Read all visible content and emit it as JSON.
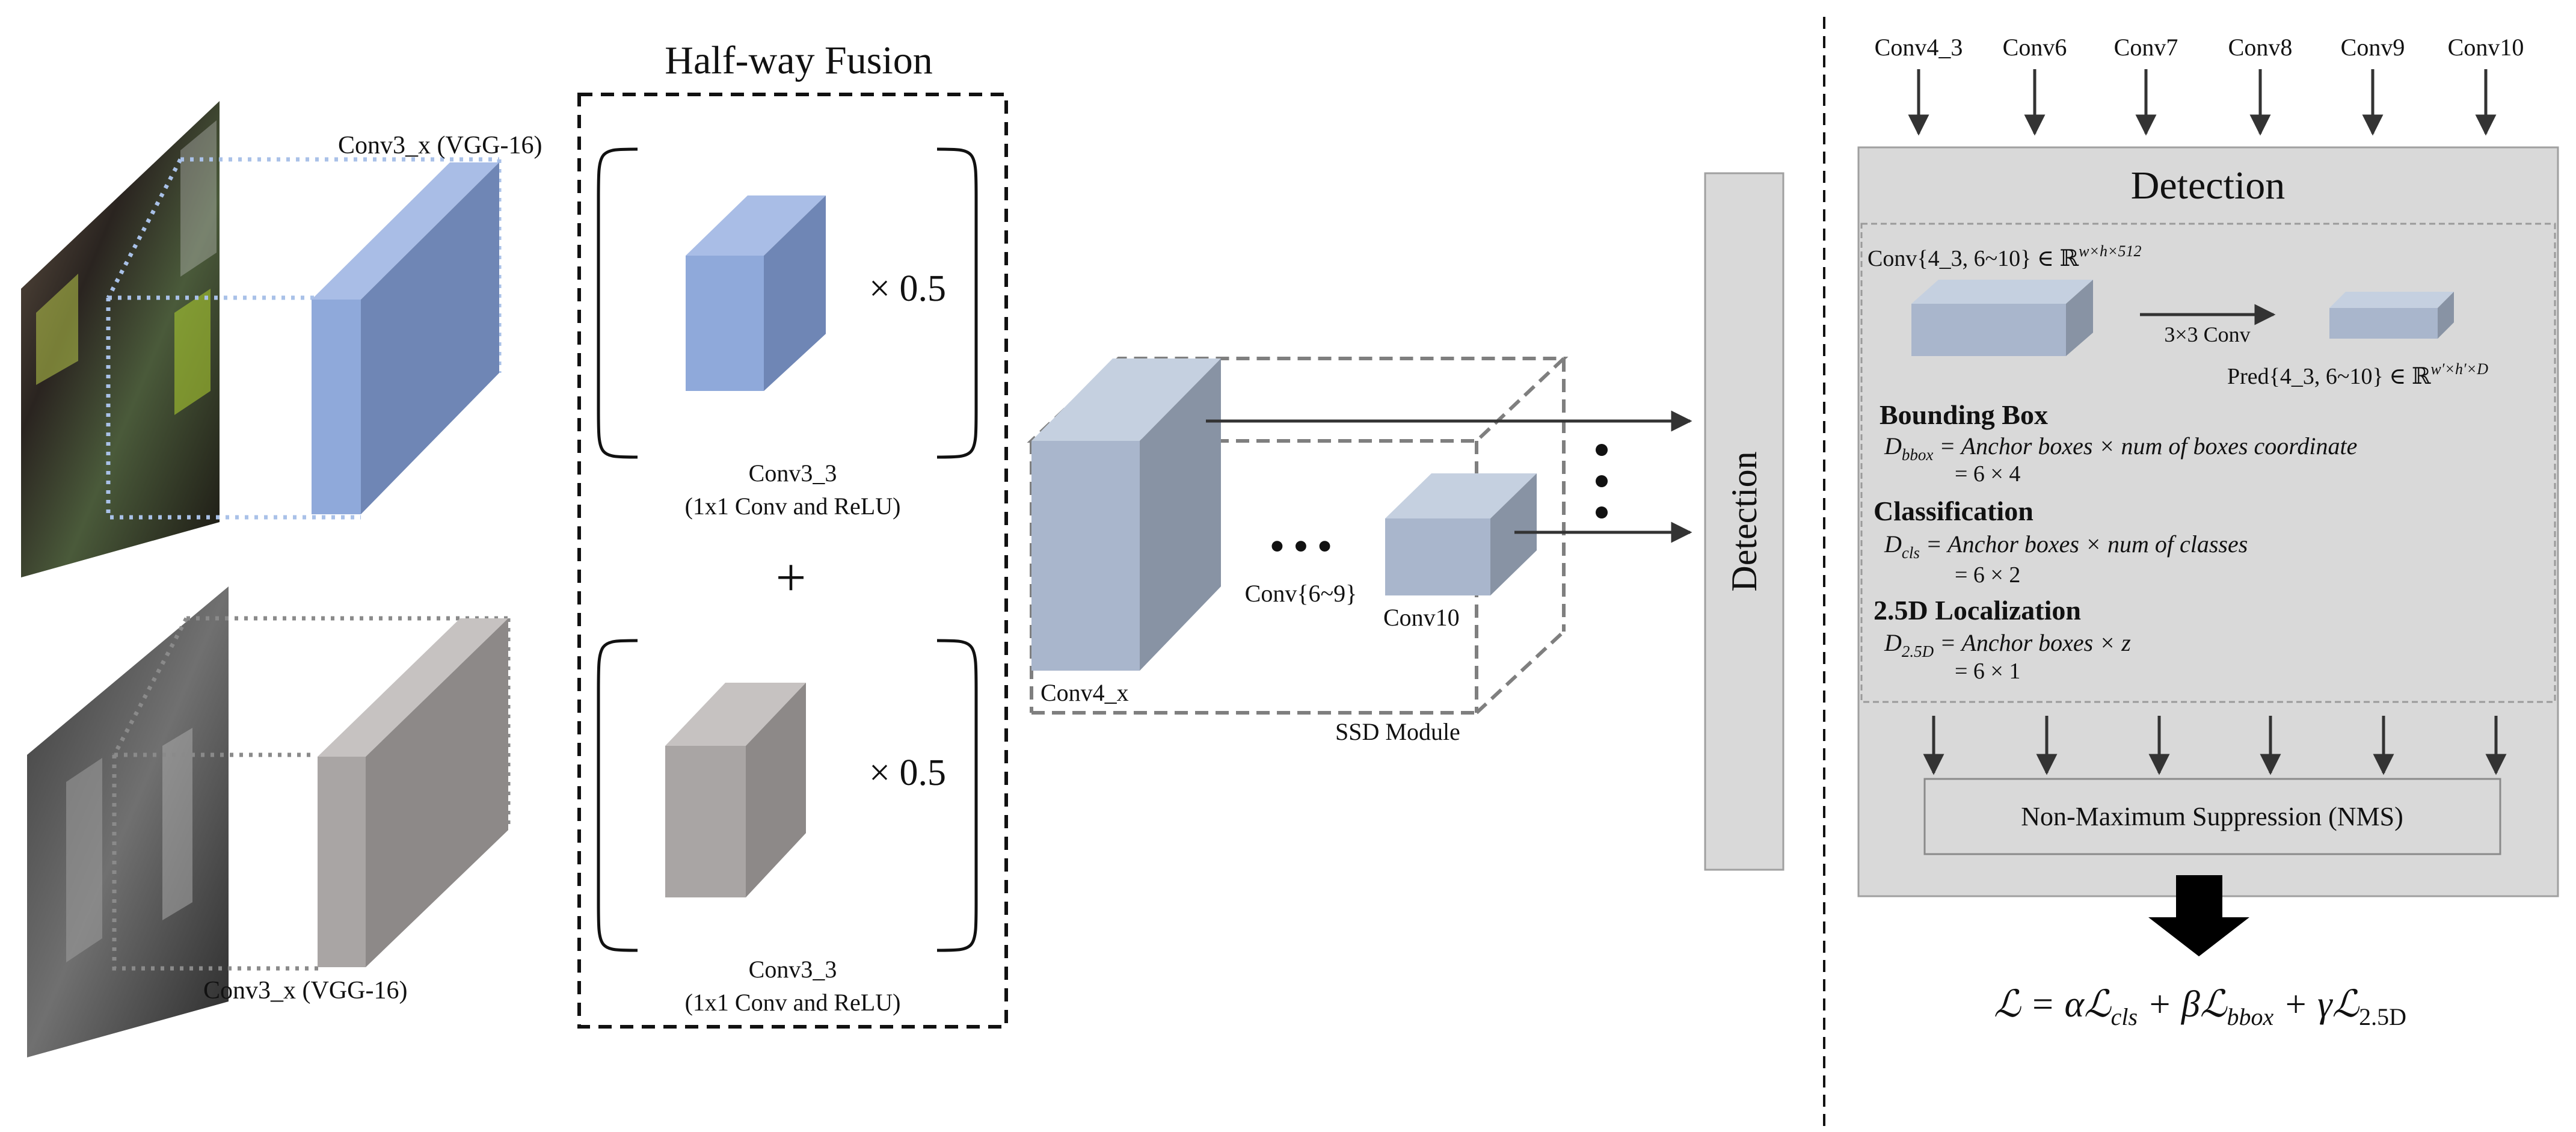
{
  "fusion": {
    "title": "Half-way Fusion",
    "rgb_branch_label": "Conv3_x (VGG-16)",
    "thermal_branch_label": "Conv3_x (VGG-16)",
    "weight_top": "× 0.5",
    "weight_bottom": "× 0.5",
    "plus": "+",
    "block_top_name": "Conv3_3",
    "block_top_desc": "(1x1 Conv and ReLU)",
    "block_bottom_name": "Conv3_3",
    "block_bottom_desc": "(1x1 Conv and ReLU)"
  },
  "ssd": {
    "conv4_label": "Conv4_x",
    "dots": "• • •",
    "conv6_9_label": "Conv{6~9}",
    "conv10_label": "Conv10",
    "module_label": "SSD Module",
    "vertical_dots": "⋮",
    "detection_bar_label": "Detection"
  },
  "detection_panel": {
    "inputs": [
      "Conv4_3",
      "Conv6",
      "Conv7",
      "Conv8",
      "Conv9",
      "Conv10"
    ],
    "title": "Detection",
    "feature_label": "Conv{4_3, 6~10} ∈ ℝ",
    "feature_sup": "w×h×512",
    "op_label": "3×3 Conv",
    "pred_label": "Pred{4_3, 6~10} ∈ ℝ",
    "pred_sup": "w′×h′×D",
    "bbox_heading": "Bounding Box",
    "bbox_D": "D",
    "bbox_sub": "bbox",
    "bbox_eq": " = Anchor boxes × num of boxes coordinate",
    "bbox_val": "= 6 × 4",
    "cls_heading": "Classification",
    "cls_D": "D",
    "cls_sub": "cls",
    "cls_eq": " = Anchor boxes × num of classes",
    "cls_val": "= 6 × 2",
    "loc_heading": "2.5D Localization",
    "loc_D": "D",
    "loc_sub": "2.5D",
    "loc_eq": " = Anchor boxes × z",
    "loc_val": "= 6 × 1",
    "nms_label": "Non-Maximum Suppression (NMS)",
    "loss": {
      "lhs": "ℒ = αℒ",
      "sub1": "cls",
      "mid1": " + βℒ",
      "sub2": "bbox",
      "mid2": " + γℒ",
      "sub3": "2.5D"
    }
  },
  "colors": {
    "rgb_front": "#8fa9da",
    "rgb_top": "#a9bde6",
    "rgb_side": "#6f86b5",
    "thermal_front": "#a9a5a4",
    "thermal_top": "#c6c2c1",
    "thermal_side": "#8d8988",
    "ssd_front": "#a9b6cc",
    "ssd_top": "#c5d0e0",
    "ssd_side": "#8893a4",
    "panel_fill": "#d9d9d9",
    "rgb_dotted": "#a9c1e8",
    "thermal_dotted": "#8a8a8a"
  }
}
